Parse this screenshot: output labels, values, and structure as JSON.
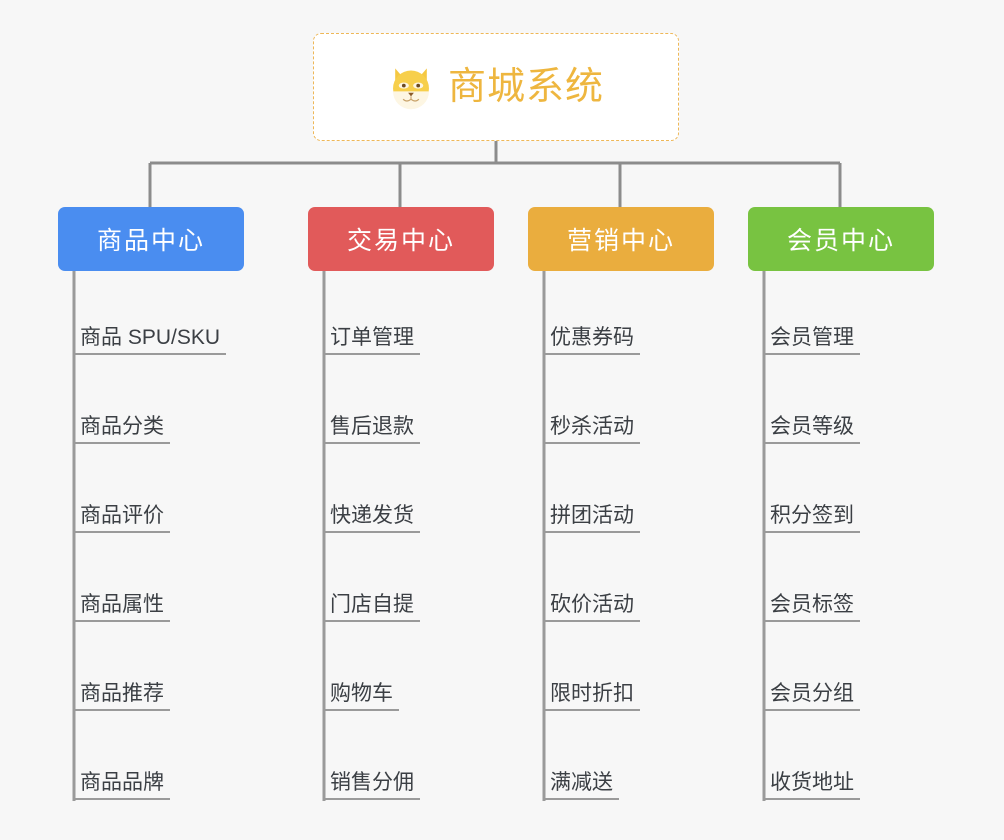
{
  "page": {
    "background_color": "#f7f7f7",
    "line_color": "#8c8c8c"
  },
  "root": {
    "title": "商城系统",
    "icon": "shiba-dog-face-icon",
    "text_color": "#eeb63f",
    "border_color": "#eeb757",
    "background_color": "#ffffff"
  },
  "columns": [
    {
      "id": "product-center",
      "label": "商品中心",
      "color": "#4a8df0",
      "items": [
        "商品 SPU/SKU",
        "商品分类",
        "商品评价",
        "商品属性",
        "商品推荐",
        "商品品牌"
      ]
    },
    {
      "id": "trade-center",
      "label": "交易中心",
      "color": "#e15a5a",
      "items": [
        "订单管理",
        "售后退款",
        "快递发货",
        "门店自提",
        "购物车",
        "销售分佣"
      ]
    },
    {
      "id": "marketing-center",
      "label": "营销中心",
      "color": "#eaad3e",
      "items": [
        "优惠券码",
        "秒杀活动",
        "拼团活动",
        "砍价活动",
        "限时折扣",
        "满减送"
      ]
    },
    {
      "id": "member-center",
      "label": "会员中心",
      "color": "#78c341",
      "items": [
        "会员管理",
        "会员等级",
        "积分签到",
        "会员标签",
        "会员分组",
        "收货地址"
      ]
    }
  ]
}
